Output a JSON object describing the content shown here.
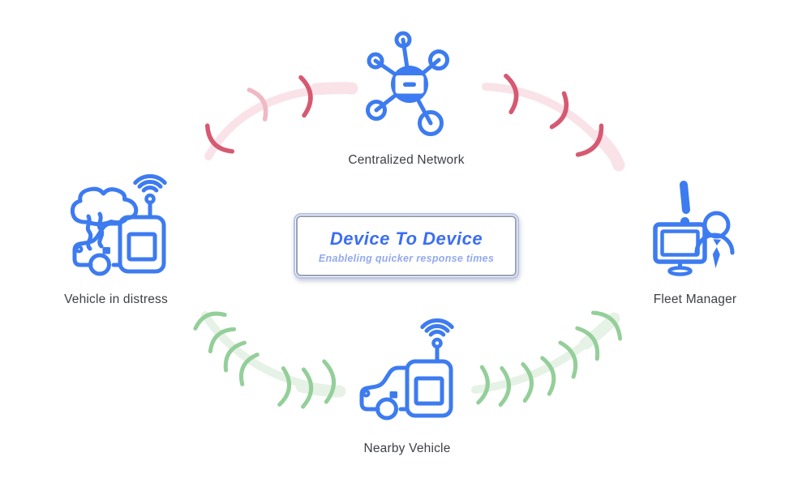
{
  "card": {
    "title": "Device To Device",
    "subtitle": "Enableling quicker response times"
  },
  "nodes": {
    "centralized_network": {
      "label": "Centralized Network"
    },
    "vehicle_in_distress": {
      "label": "Vehicle in distress"
    },
    "fleet_manager": {
      "label": "Fleet Manager"
    },
    "nearby_vehicle": {
      "label": "Nearby Vehicle"
    }
  },
  "icons": {
    "centralized_network": "hub-network-icon",
    "vehicle_in_distress": "car-smoke-telematics-icon",
    "fleet_manager": "monitor-person-alert-icon",
    "nearby_vehicle": "car-telematics-icon",
    "top_route": "signal-waves-red",
    "bottom_route": "signal-waves-green"
  },
  "colors": {
    "background": "#ffffff",
    "icon_blue": "#3d7bf0",
    "title_blue": "#3b6ef2",
    "subtitle_blue": "#93a9ee",
    "label_gray": "#3d4045",
    "signal_red": "#d65972",
    "signal_red_light": "#efb9c6",
    "signal_red_path": "#f9e3e8",
    "signal_green": "#94cf9a",
    "signal_green_path": "#e7f2e7",
    "card_border_outer": "#b5c3ee",
    "card_border_inner": "#9aa2ad"
  }
}
